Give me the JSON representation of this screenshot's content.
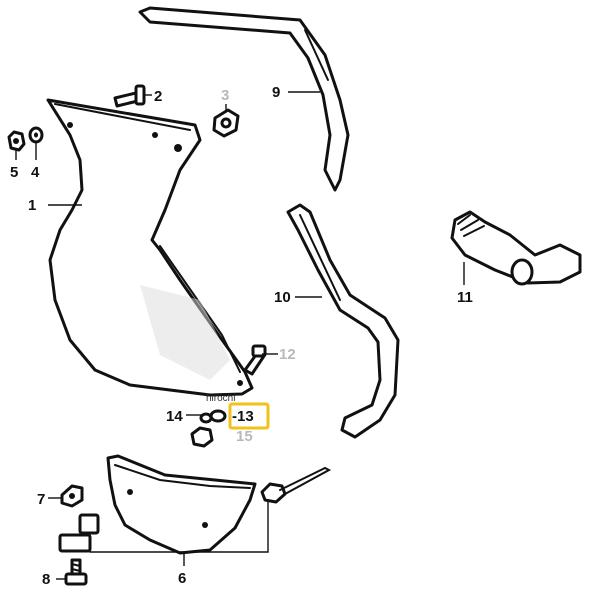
{
  "diagram": {
    "callouts": {
      "p1": "1",
      "p2": "2",
      "p3": "3",
      "p4": "4",
      "p5": "5",
      "p6": "6",
      "p7": "7",
      "p8": "8",
      "p9": "9",
      "p10": "10",
      "p11": "11",
      "p12": "12",
      "p13": "-13",
      "p14": "14",
      "p15": "15"
    },
    "watermark": "hirochi",
    "colors": {
      "line": "#111111",
      "highlight": "#f2c21a",
      "faded_label": "#b9b9b9"
    }
  }
}
